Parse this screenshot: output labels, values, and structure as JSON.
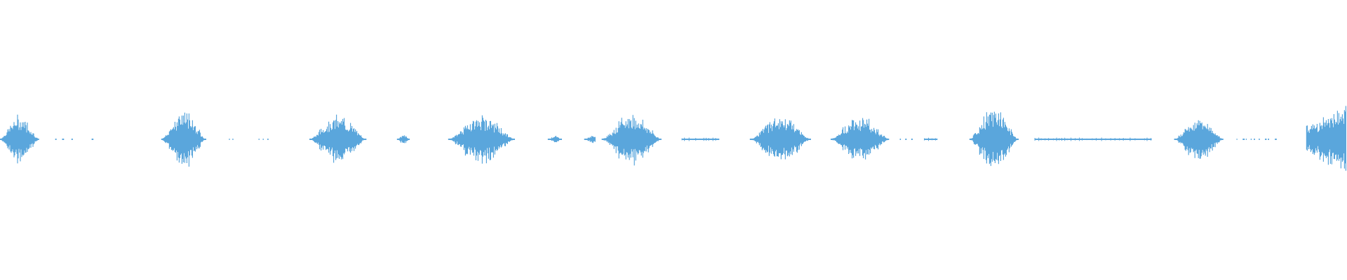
{
  "waveform": {
    "color": "#5aa6dc",
    "background": "#ffffff",
    "duration_fraction_unit": "fraction-of-track",
    "segments": [
      {
        "start": 0.0,
        "end": 0.029,
        "peak": 0.26,
        "shape": "bell"
      },
      {
        "start": 0.041,
        "end": 0.048,
        "peak": 0.02,
        "shape": "dots"
      },
      {
        "start": 0.053,
        "end": 0.056,
        "peak": 0.02,
        "shape": "dots"
      },
      {
        "start": 0.068,
        "end": 0.07,
        "peak": 0.02,
        "shape": "dots"
      },
      {
        "start": 0.12,
        "end": 0.153,
        "peak": 0.32,
        "shape": "bell"
      },
      {
        "start": 0.17,
        "end": 0.174,
        "peak": 0.02,
        "shape": "dots"
      },
      {
        "start": 0.192,
        "end": 0.203,
        "peak": 0.02,
        "shape": "dots"
      },
      {
        "start": 0.23,
        "end": 0.272,
        "peak": 0.26,
        "shape": "bell"
      },
      {
        "start": 0.295,
        "end": 0.304,
        "peak": 0.05,
        "shape": "bell"
      },
      {
        "start": 0.333,
        "end": 0.382,
        "peak": 0.26,
        "shape": "bell"
      },
      {
        "start": 0.407,
        "end": 0.417,
        "peak": 0.04,
        "shape": "bell"
      },
      {
        "start": 0.434,
        "end": 0.442,
        "peak": 0.06,
        "shape": "ramp"
      },
      {
        "start": 0.447,
        "end": 0.491,
        "peak": 0.28,
        "shape": "bell"
      },
      {
        "start": 0.506,
        "end": 0.534,
        "peak": 0.02,
        "shape": "line"
      },
      {
        "start": 0.557,
        "end": 0.602,
        "peak": 0.26,
        "shape": "bell"
      },
      {
        "start": 0.617,
        "end": 0.66,
        "peak": 0.26,
        "shape": "bell"
      },
      {
        "start": 0.668,
        "end": 0.68,
        "peak": 0.02,
        "shape": "dots"
      },
      {
        "start": 0.686,
        "end": 0.696,
        "peak": 0.02,
        "shape": "line"
      },
      {
        "start": 0.72,
        "end": 0.756,
        "peak": 0.34,
        "shape": "bell"
      },
      {
        "start": 0.768,
        "end": 0.855,
        "peak": 0.03,
        "shape": "line"
      },
      {
        "start": 0.872,
        "end": 0.908,
        "peak": 0.24,
        "shape": "bell"
      },
      {
        "start": 0.918,
        "end": 0.948,
        "peak": 0.02,
        "shape": "dots"
      },
      {
        "start": 0.97,
        "end": 1.0,
        "peak": 0.4,
        "shape": "ramp-up"
      }
    ]
  }
}
